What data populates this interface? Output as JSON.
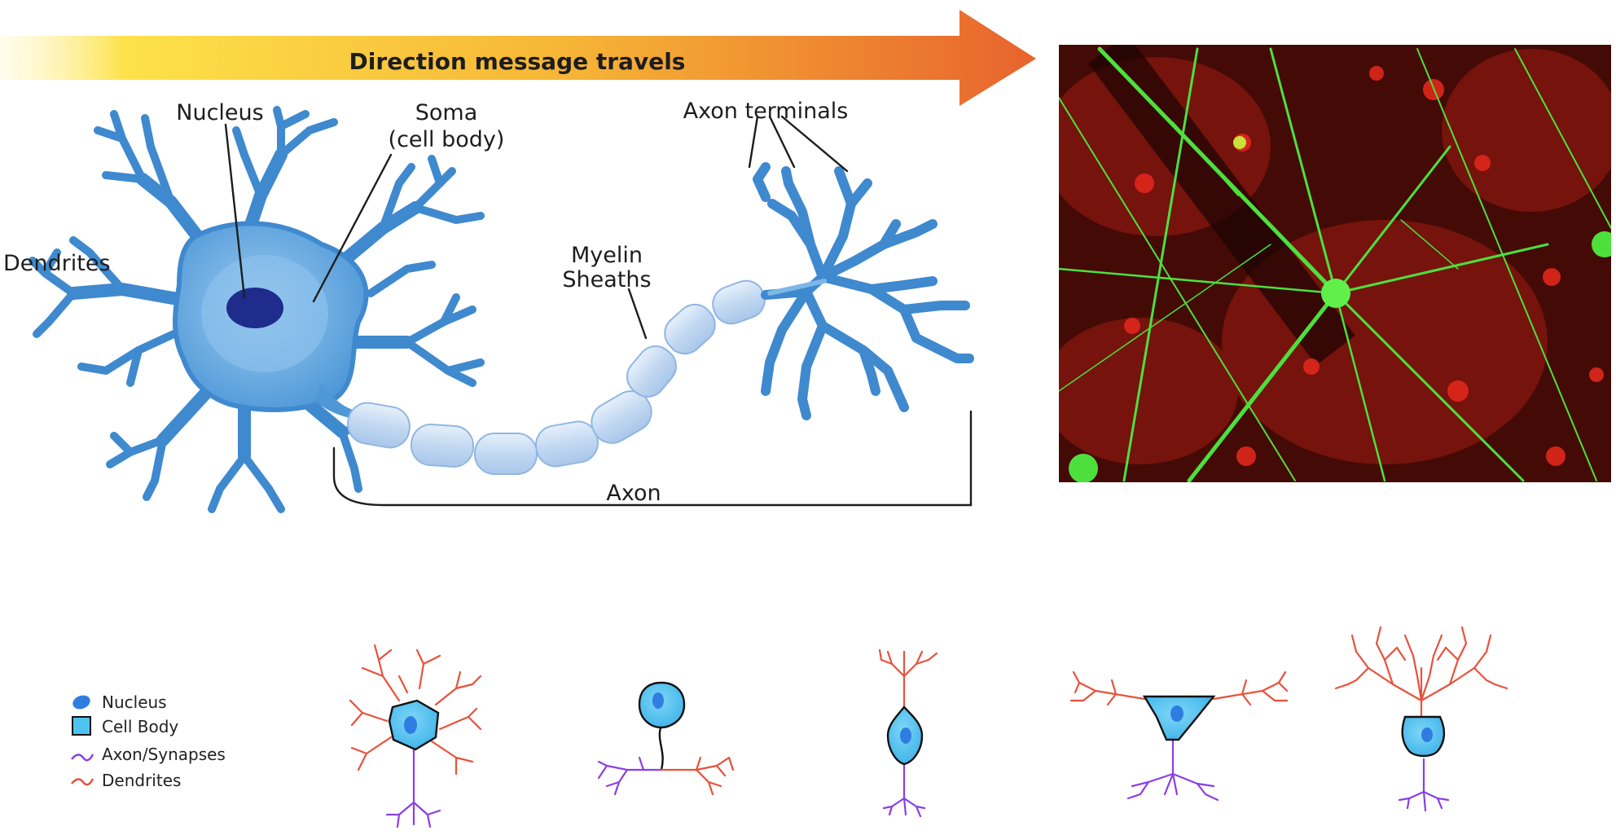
{
  "arrow": {
    "label": "Direction message travels"
  },
  "labels": {
    "nucleus": "Nucleus",
    "soma_line1": "Soma",
    "soma_line2": "(cell body)",
    "axon_terminals": "Axon terminals",
    "dendrites": "Dendrites",
    "myelin_line1": "Myelin",
    "myelin_line2": "Sheaths",
    "axon": "Axon"
  },
  "legend": [
    {
      "label": "Nucleus",
      "icon": "nucleus-icon",
      "color": "#2f7de1"
    },
    {
      "label": "Cell Body",
      "icon": "cell-body-icon",
      "color": "#4fc3f0"
    },
    {
      "label": "Axon/Synapses",
      "icon": "axon-icon",
      "color": "#8a3ee6"
    },
    {
      "label": "Dendrites",
      "icon": "dendrite-icon",
      "color": "#e8513c"
    }
  ],
  "colors": {
    "arrow_start": "#fdd835",
    "arrow_end": "#e8632d",
    "neuron_blue": "#3f89cf",
    "soma_light": "#7db8e6",
    "nucleus_dark": "#1f2c8c",
    "myelin": "#c9dcf2",
    "micro_bg": "#2a0705",
    "micro_red": "#d8261b",
    "micro_green": "#4de03c",
    "cell_body": "#4fc3f0",
    "nucleus": "#2f7de1",
    "axon": "#8a3ee6",
    "dendrite": "#e8513c"
  }
}
